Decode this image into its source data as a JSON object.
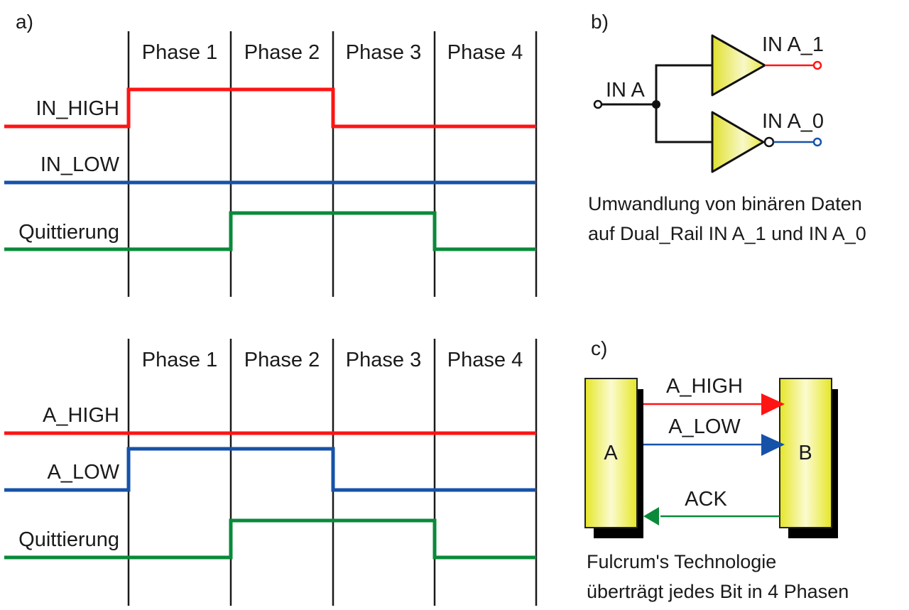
{
  "panels": {
    "a": "a)",
    "b": "b)",
    "c": "c)"
  },
  "colors": {
    "high": "#ff1414",
    "low": "#1652a8",
    "ack": "#0a8a3a",
    "block_fill": "#f0f040",
    "grid": "#1a1a1a"
  },
  "timing_top": {
    "phases": [
      "Phase 1",
      "Phase 2",
      "Phase 3",
      "Phase 4"
    ],
    "signals": [
      {
        "name": "IN_HIGH",
        "color_key": "high",
        "levels": [
          0,
          1,
          1,
          0,
          0
        ]
      },
      {
        "name": "IN_LOW",
        "color_key": "low",
        "levels": [
          0,
          0,
          0,
          0,
          0
        ]
      },
      {
        "name": "Quittierung",
        "color_key": "ack",
        "levels": [
          0,
          0,
          1,
          1,
          0
        ]
      }
    ]
  },
  "timing_bottom": {
    "phases": [
      "Phase 1",
      "Phase 2",
      "Phase 3",
      "Phase 4"
    ],
    "signals": [
      {
        "name": "A_HIGH",
        "color_key": "high",
        "levels": [
          0,
          0,
          0,
          0,
          0
        ]
      },
      {
        "name": "A_LOW",
        "color_key": "low",
        "levels": [
          0,
          1,
          1,
          0,
          0
        ]
      },
      {
        "name": "Quittierung",
        "color_key": "ack",
        "levels": [
          0,
          0,
          1,
          1,
          0
        ]
      }
    ]
  },
  "circuit_b": {
    "input_label": "IN A",
    "output1_label": "IN A_1",
    "output0_label": "IN A_0",
    "caption_line1": "Umwandlung von binären Daten",
    "caption_line2": "auf Dual_Rail IN A_1 und IN A_0"
  },
  "block_c": {
    "block_a": "A",
    "block_b": "B",
    "arrow_high": "A_HIGH",
    "arrow_low": "A_LOW",
    "arrow_ack": "ACK",
    "caption_line1": "Fulcrum's Technologie",
    "caption_line2": "überträgt jedes Bit in 4 Phasen"
  }
}
